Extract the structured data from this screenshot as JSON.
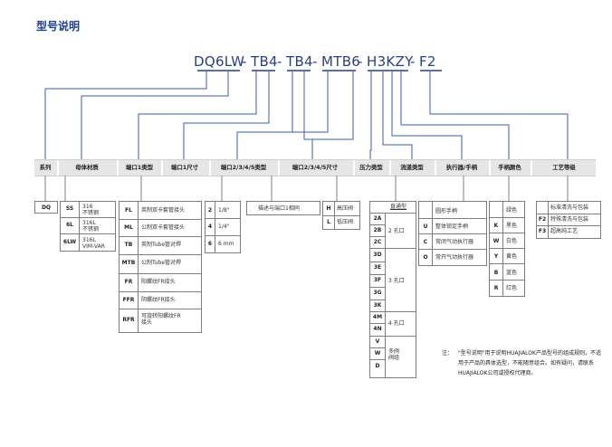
{
  "title": "型号说明",
  "code": {
    "segments": [
      "DQ6LW",
      "TB4",
      "TB4",
      "MTB6",
      "H3KZY",
      "F2"
    ],
    "sep": "-"
  },
  "headers": [
    "系列",
    "母体材质",
    "端口1类型",
    "端口1尺寸",
    "端口2/3/4/5类型",
    "端口2/3/4/5尺寸",
    "压力类型",
    "流道类型",
    "执行器/手柄",
    "手柄颜色",
    "工艺等级"
  ],
  "series": [
    {
      "code": "DQ"
    }
  ],
  "material": [
    {
      "code": "SS",
      "label": "316\n不锈钢"
    },
    {
      "code": "6L",
      "label": "316L\n不锈钢"
    },
    {
      "code": "6LW",
      "label": "316L\nVIM-VAR"
    }
  ],
  "port_type": [
    {
      "code": "FL",
      "label": "英制双卡套管接头"
    },
    {
      "code": "ML",
      "label": "公制双卡套管接头"
    },
    {
      "code": "TB",
      "label": "英制Tube管对焊"
    },
    {
      "code": "MTB",
      "label": "公制Tube管对焊"
    },
    {
      "code": "FR",
      "label": "阳螺纹FR接头"
    },
    {
      "code": "FFR",
      "label": "阴螺纹FR接头"
    },
    {
      "code": "RFR",
      "label": "可旋转阳螺纹FR\n接头"
    }
  ],
  "port_size": [
    {
      "code": "2",
      "label": "1/8\""
    },
    {
      "code": "4",
      "label": "1/4\""
    },
    {
      "code": "6",
      "label": "6 mm"
    }
  ],
  "port2_desc": "描述与端口1相同",
  "pressure": [
    {
      "code": "H",
      "label": "高压阀"
    },
    {
      "code": "L",
      "label": "低压阀"
    }
  ],
  "flow": {
    "header": "直通型",
    "groups": [
      {
        "codes": [
          "2A",
          "2B",
          "2C"
        ],
        "label": "2 孔口"
      },
      {
        "codes": [
          "3D",
          "3E",
          "3F",
          "3G",
          "3K"
        ],
        "label": "3 孔口"
      },
      {
        "codes": [
          "4M",
          "4N"
        ],
        "label": "4 孔口"
      },
      {
        "codes": [
          "V",
          "W",
          "D"
        ],
        "label": "多阀\n阀组"
      }
    ]
  },
  "actuator": [
    {
      "code": "",
      "label": "圆形手柄"
    },
    {
      "code": "U",
      "label": "整体锁定手柄"
    },
    {
      "code": "C",
      "label": "常闭气动执行器"
    },
    {
      "code": "O",
      "label": "常开气动执行器"
    }
  ],
  "color": [
    {
      "code": "",
      "label": "绿色"
    },
    {
      "code": "K",
      "label": "黑色"
    },
    {
      "code": "W",
      "label": "白色"
    },
    {
      "code": "Y",
      "label": "黄色"
    },
    {
      "code": "B",
      "label": "蓝色"
    },
    {
      "code": "R",
      "label": "红色"
    }
  ],
  "grade": [
    {
      "code": "",
      "label": "标准清洗与包装"
    },
    {
      "code": "F2",
      "label": "特殊清洗与包装"
    },
    {
      "code": "F3",
      "label": "超高纯工艺"
    }
  ],
  "note": {
    "key": "注：",
    "text": "\"型号说明\"用于说明HUAJIALOK产品型号的组成规则，不适用于产品的具体选型，不能随意组合。如有疑问，请联系HUAJIALOK公司或授权代理商。"
  },
  "colors": {
    "title": "#1f3f8f",
    "blue_lines": "#3a5fb0",
    "gray_lines": "#808080"
  }
}
